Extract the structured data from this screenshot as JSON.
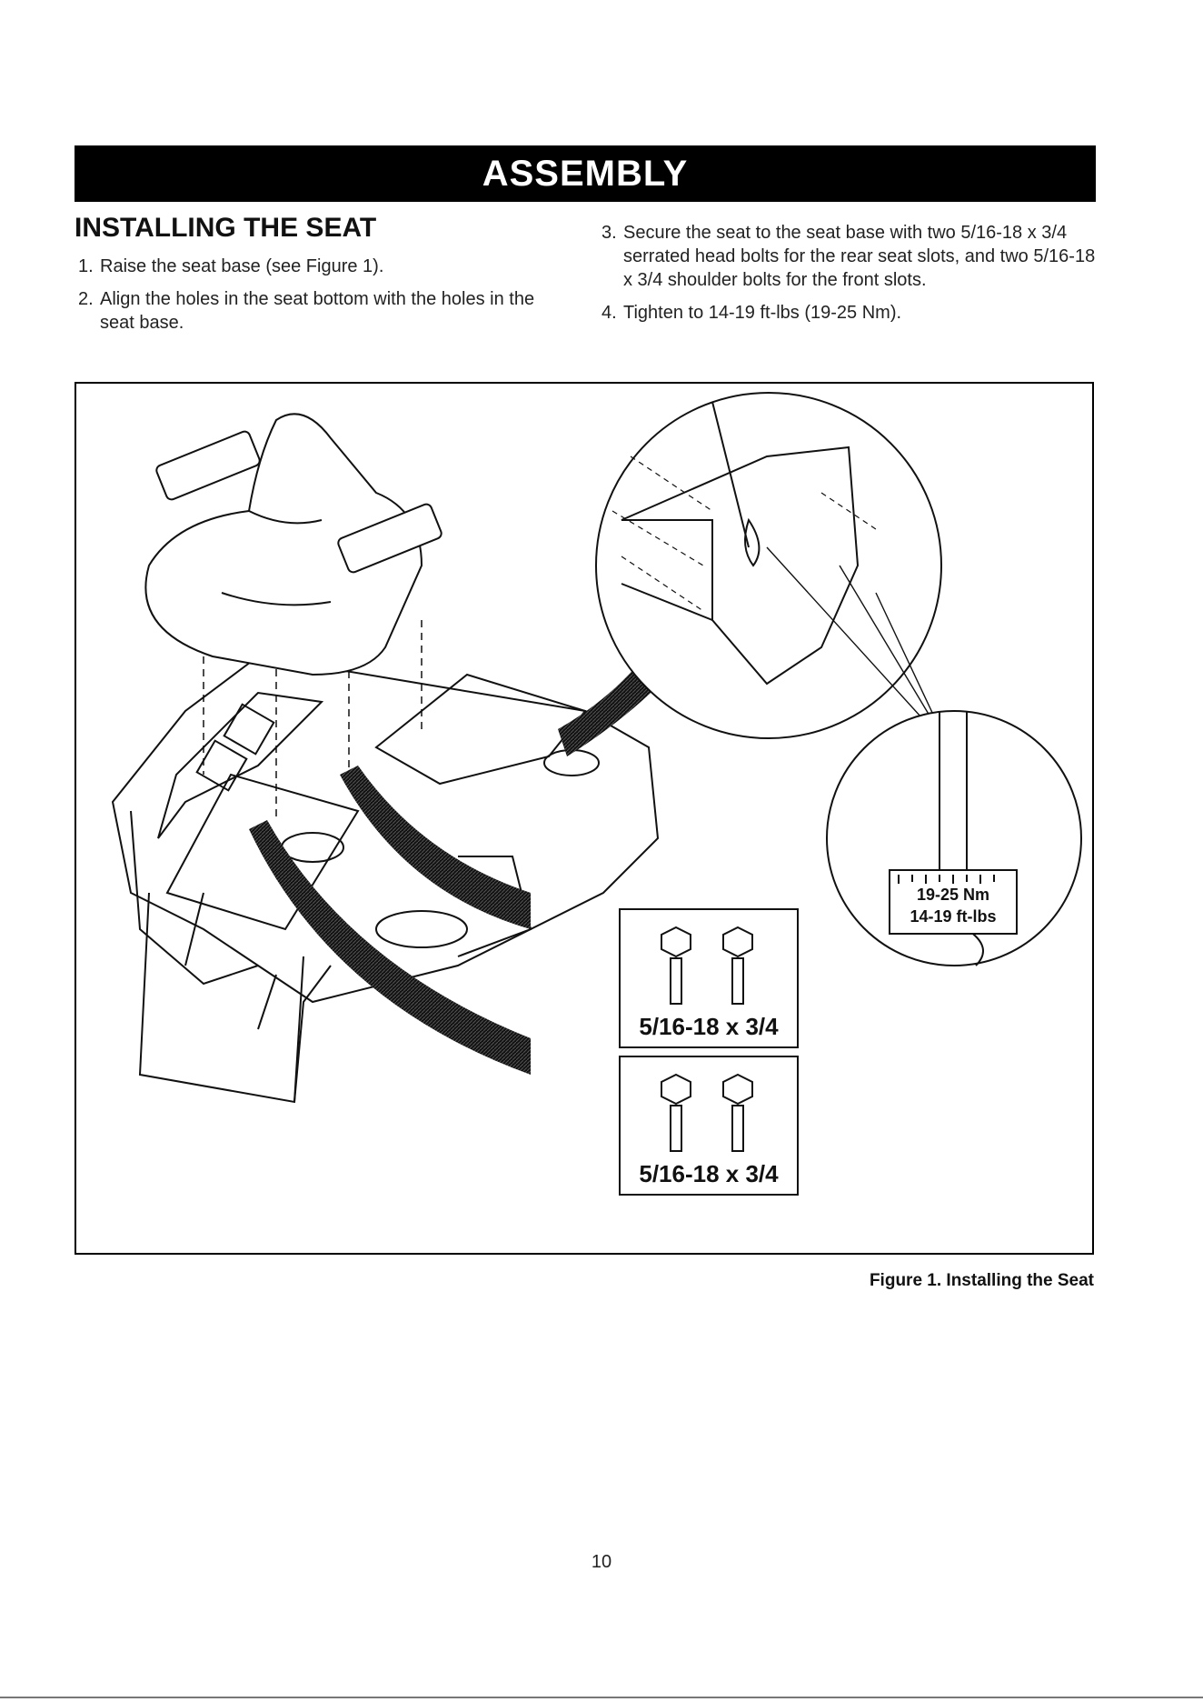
{
  "header": {
    "title": "ASSEMBLY"
  },
  "section": {
    "title": "INSTALLING THE SEAT"
  },
  "steps": [
    {
      "num": "1.",
      "text": "Raise the seat base (see Figure 1)."
    },
    {
      "num": "2.",
      "text": "Align the holes in the seat bottom with the holes in the seat base."
    },
    {
      "num": "3.",
      "text": "Secure the seat to the seat base with two 5/16-18 x 3/4 serrated head bolts for the rear seat slots, and two 5/16-18 x 3/4 shoulder bolts for the front slots."
    },
    {
      "num": "4.",
      "text": "Tighten to 14-19 ft-lbs (19-25 Nm)."
    }
  ],
  "figure": {
    "bolt_label_1": "5/16-18 x 3/4",
    "bolt_label_2": "5/16-18 x 3/4",
    "torque_nm": "19-25 Nm",
    "torque_ftlbs": "14-19 ft-lbs",
    "caption": "Figure 1.  Installing the Seat"
  },
  "page": {
    "number": "10"
  }
}
